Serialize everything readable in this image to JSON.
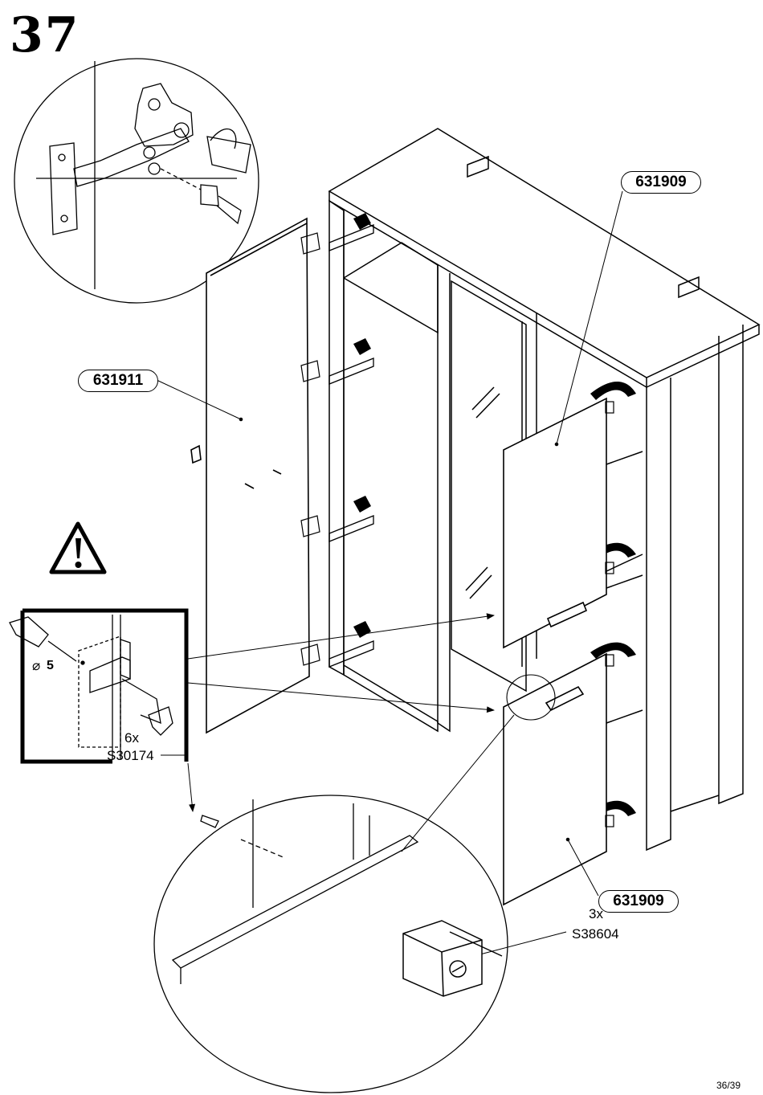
{
  "step_number": "37",
  "parts": {
    "left_door_code": "631911",
    "top_door_code": "631909",
    "bottom_door_code": "631909"
  },
  "drill": {
    "diameter_symbol": "⌀",
    "diameter_value": "5"
  },
  "hardware": {
    "clamp_qty": "6x",
    "clamp_code": "S30174",
    "handle_qty": "3x",
    "handle_code": "S38604"
  },
  "page_number": "36/39",
  "icons": [
    "hinge-detail-icon",
    "warning-icon",
    "drill-icon",
    "clamp-jig-icon",
    "handle-icon",
    "arrow-icon"
  ]
}
